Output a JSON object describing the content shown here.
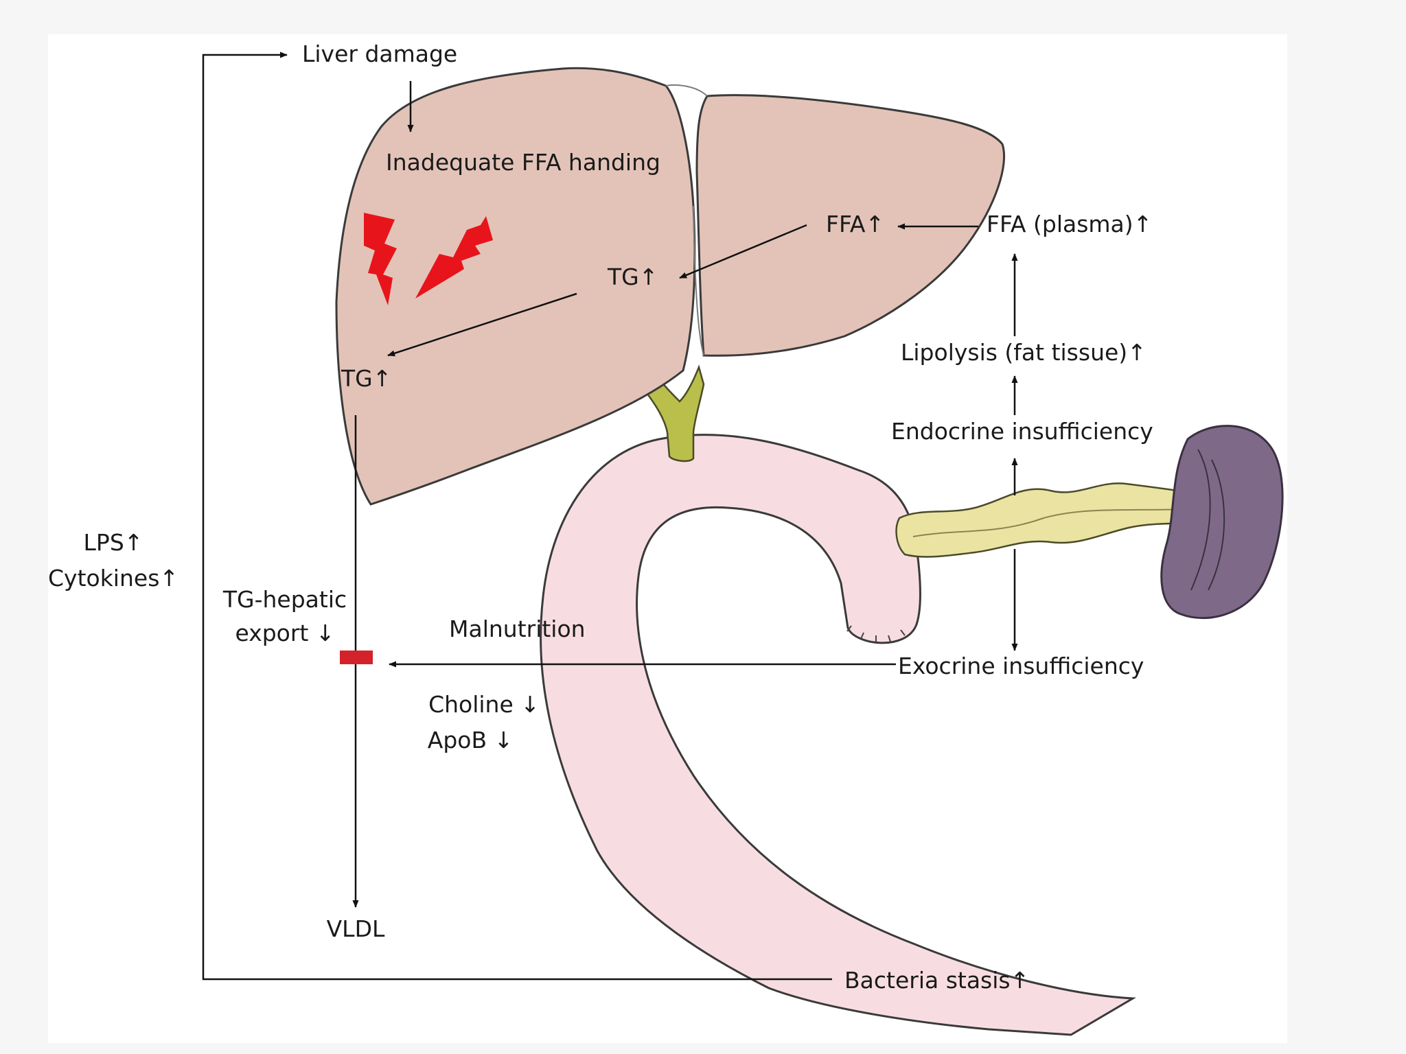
{
  "labels": {
    "liver_damage": "Liver damage",
    "inadequate_ffa": "Inadequate FFA handing",
    "ffa_liver": "FFA↑",
    "ffa_plasma": "FFA (plasma)↑",
    "tg_upper": "TG↑",
    "tg_lower": "TG↑",
    "lipolysis": "Lipolysis (fat tissue)↑",
    "endocrine": "Endocrine insufficiency",
    "exocrine": "Exocrine insufficiency",
    "lps": "LPS↑",
    "cytokines": "Cytokines↑",
    "tg_hepatic_1": "TG-hepatic",
    "tg_hepatic_2": "export ↓",
    "malnutrition": "Malnutrition",
    "choline": "Choline ↓",
    "apob": "ApoB ↓",
    "vldl": "VLDL",
    "bacteria": "Bacteria stasis↑"
  },
  "colors": {
    "liver": "#e3c3b8",
    "intestine": "#f7dde1",
    "bile_duct": "#b9bf4a",
    "pancreas": "#eae3a2",
    "spleen": "#7e6a88",
    "damage": "#e8141c",
    "block": "#d3222a",
    "line": "#111111"
  }
}
